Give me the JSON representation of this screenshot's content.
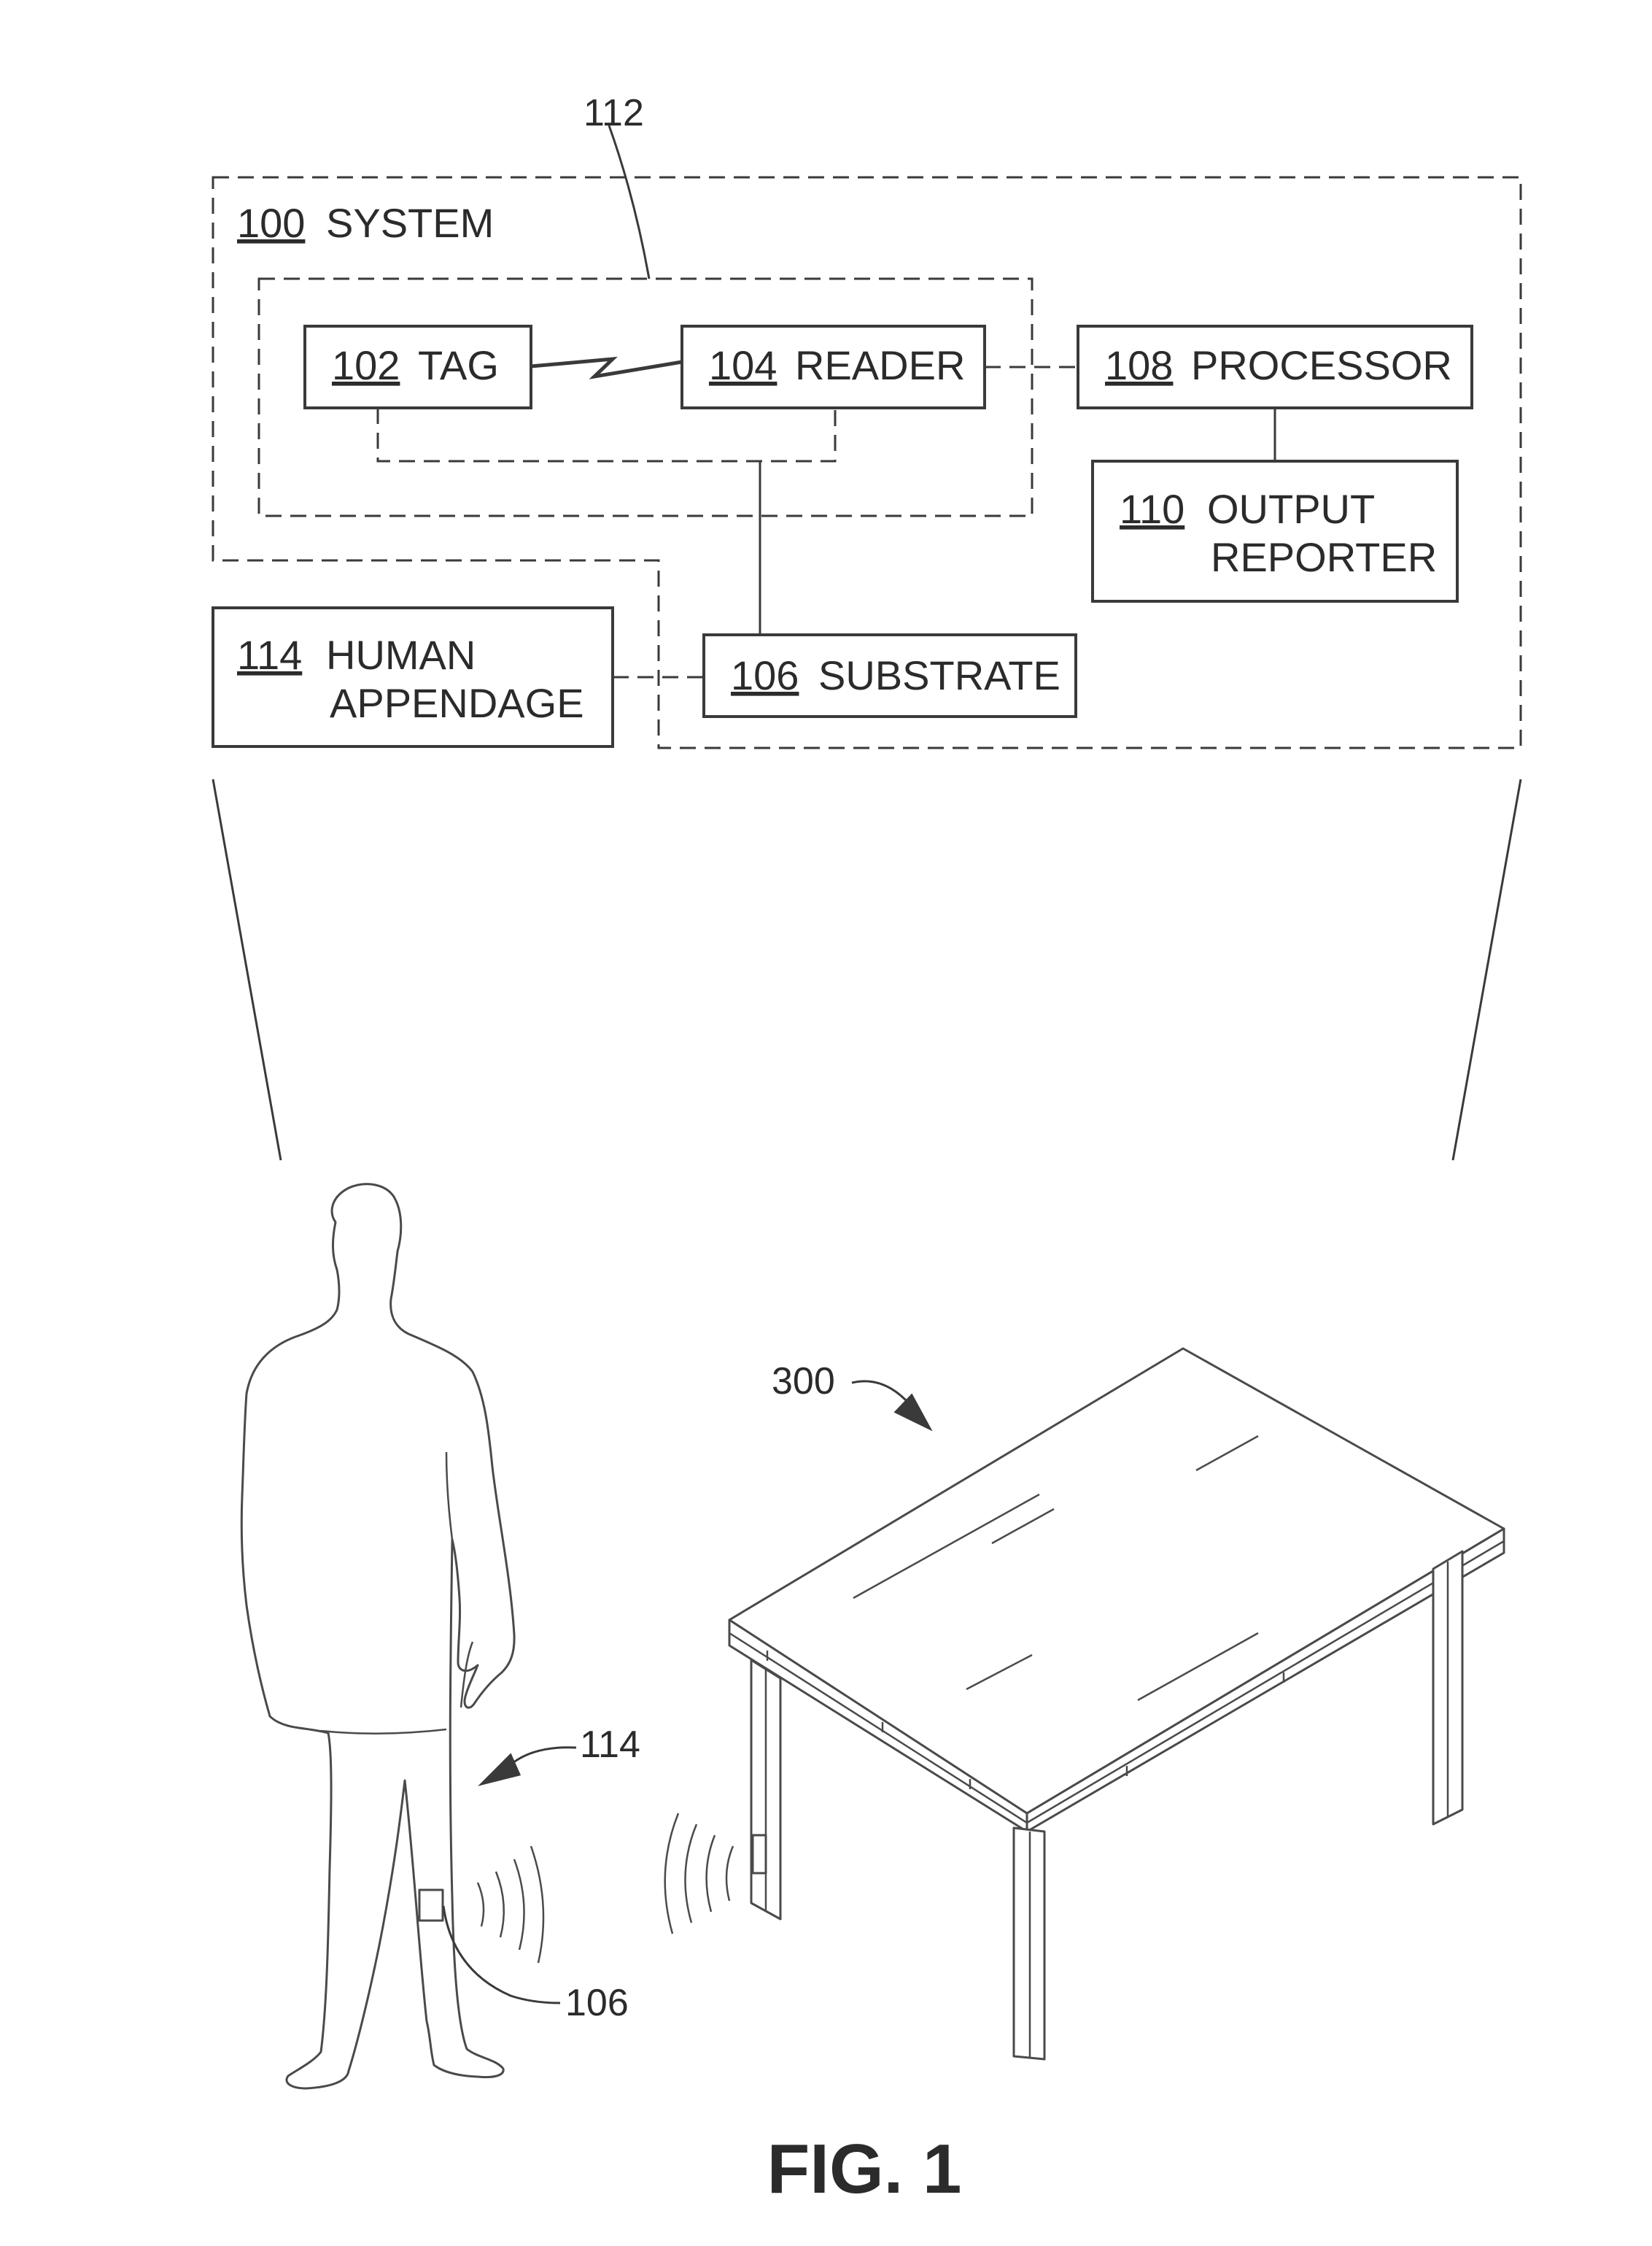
{
  "system": {
    "num": "100",
    "label": "SYSTEM"
  },
  "group_ref": "112",
  "tag": {
    "num": "102",
    "label": "TAG"
  },
  "reader": {
    "num": "104",
    "label": "READER"
  },
  "processor": {
    "num": "108",
    "label": "PROCESSOR"
  },
  "output_reporter": {
    "num": "110",
    "label_line1": "OUTPUT",
    "label_line2": "REPORTER"
  },
  "substrate": {
    "num": "106",
    "label": "SUBSTRATE"
  },
  "human_appendage": {
    "num": "114",
    "label_line1": "HUMAN",
    "label_line2": "APPENDAGE"
  },
  "callouts": {
    "table": "300",
    "appendage": "114",
    "substrate": "106"
  },
  "caption": "FIG. 1"
}
